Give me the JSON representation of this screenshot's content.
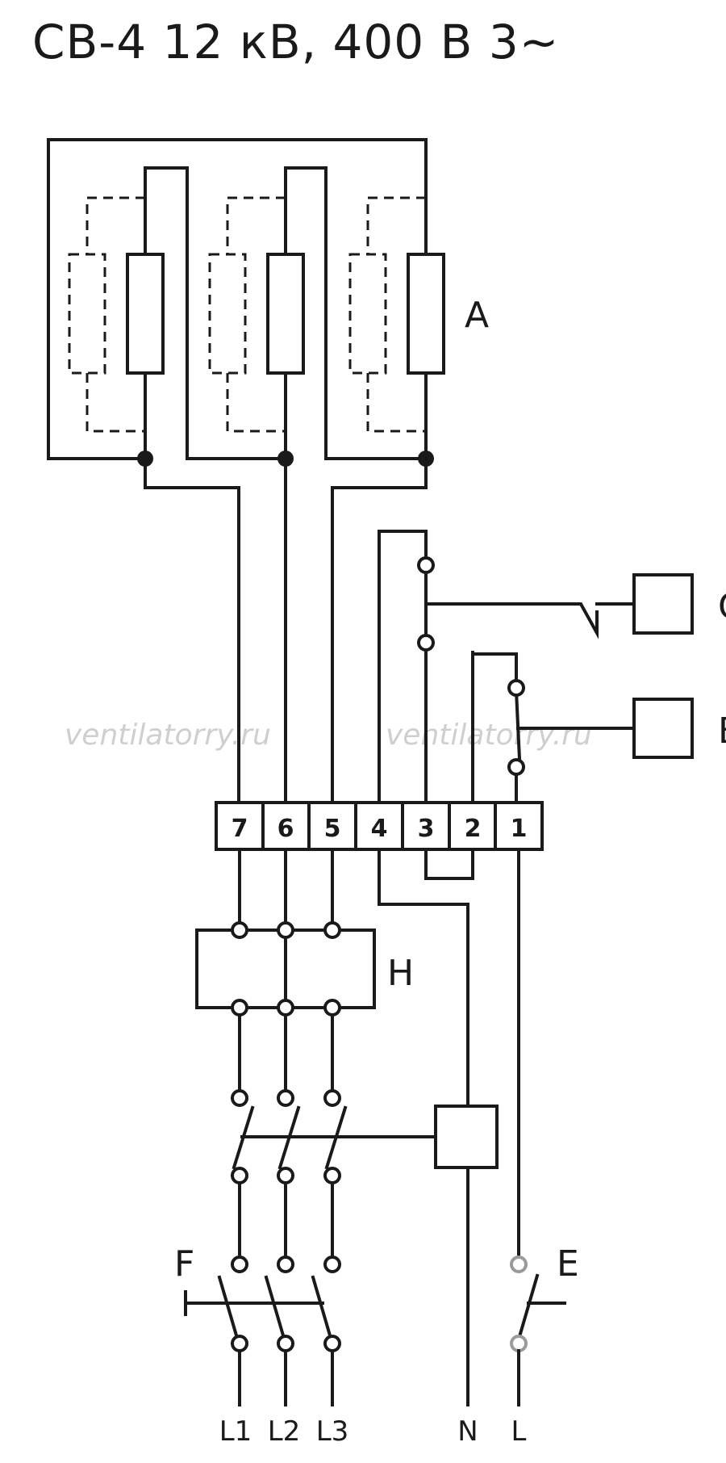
{
  "title": "СВ-4 12 кВ, 400 В 3~",
  "labels": {
    "heaters": "A",
    "contact_c": "C",
    "contact_b": "B",
    "contactor": "H",
    "breaker": "F",
    "switch": "E"
  },
  "terminal_block": [
    "7",
    "6",
    "5",
    "4",
    "3",
    "2",
    "1"
  ],
  "supply_labels": [
    "L1",
    "L2",
    "L3",
    "N",
    "L"
  ],
  "watermark": "ventilatorry.ru"
}
